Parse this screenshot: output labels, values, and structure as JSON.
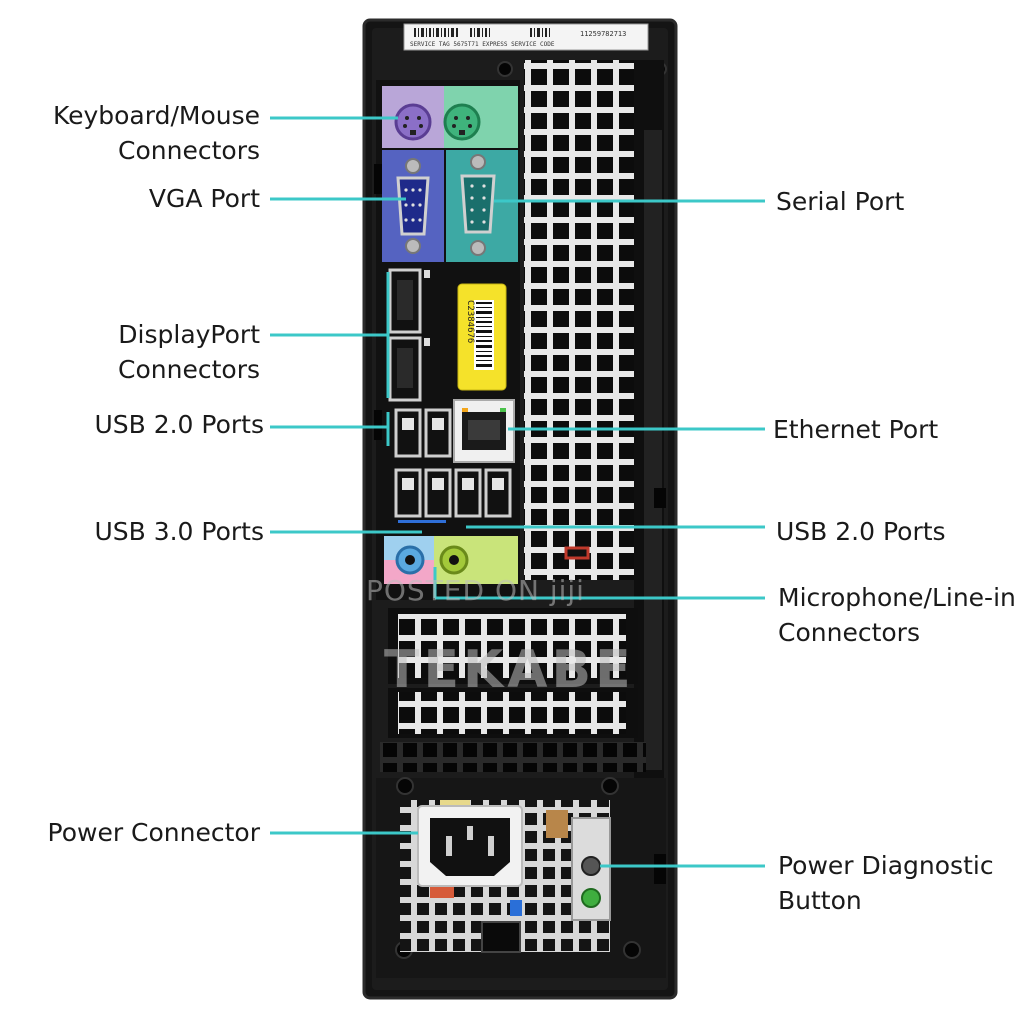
{
  "accent_color": "#3cc8c8",
  "labels_left": [
    {
      "id": "keyboard-mouse",
      "lines": [
        "Keyboard/Mouse",
        "Connectors"
      ]
    },
    {
      "id": "vga",
      "lines": [
        "VGA Port"
      ]
    },
    {
      "id": "displayport",
      "lines": [
        "DisplayPort",
        "Connectors"
      ]
    },
    {
      "id": "usb20-left",
      "lines": [
        "USB 2.0 Ports"
      ]
    },
    {
      "id": "usb30",
      "lines": [
        "USB 3.0 Ports"
      ]
    },
    {
      "id": "power-connector",
      "lines": [
        "Power Connector"
      ]
    }
  ],
  "labels_right": [
    {
      "id": "serial",
      "lines": [
        "Serial Port"
      ]
    },
    {
      "id": "ethernet",
      "lines": [
        "Ethernet Port"
      ]
    },
    {
      "id": "usb20-right",
      "lines": [
        "USB 2.0 Ports"
      ]
    },
    {
      "id": "mic-line-in",
      "lines": [
        "Microphone/Line-in",
        "Connectors"
      ]
    },
    {
      "id": "power-diagnostic",
      "lines": [
        "Power Diagnostic",
        "Button"
      ]
    }
  ],
  "service_tag_text": "SERVICE   TAG 5675T71   EXPRESS SERVICE CODE",
  "service_tag_number": "11259782713",
  "sticker_text": "C2384676",
  "watermark_1": "POSTED ON jiji",
  "watermark_2": "TEKABE"
}
